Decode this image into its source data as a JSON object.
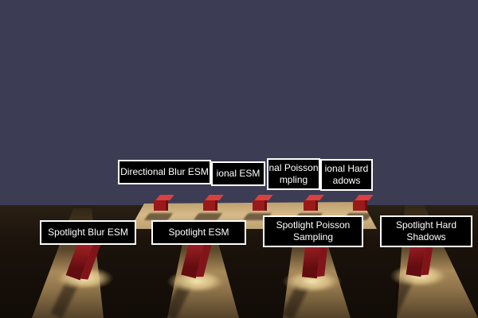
{
  "colors": {
    "sky": "#3c3c55",
    "label_bg": "#000000",
    "label_border": "#ffffff",
    "label_text": "#ffffff",
    "pillar_bright": "#b3272b",
    "pillar_top": "#d6404a",
    "cube_top": "#d8413f",
    "cube_front": "#9a1a1c"
  },
  "labels": {
    "directional": [
      {
        "line1": "Directional Blur ESM"
      },
      {
        "line1": "ional ESM"
      },
      {
        "line1": "nal Poisson",
        "line2": "mpling"
      },
      {
        "line1": "ional Hard",
        "line2": "adows"
      }
    ],
    "spotlight": [
      {
        "line1": "Spotlight Blur ESM"
      },
      {
        "line1": "Spotlight ESM"
      },
      {
        "line1": "Spotlight Poisson",
        "line2": "Sampling"
      },
      {
        "line1": "Spotlight Hard",
        "line2": "Shadows"
      }
    ]
  }
}
